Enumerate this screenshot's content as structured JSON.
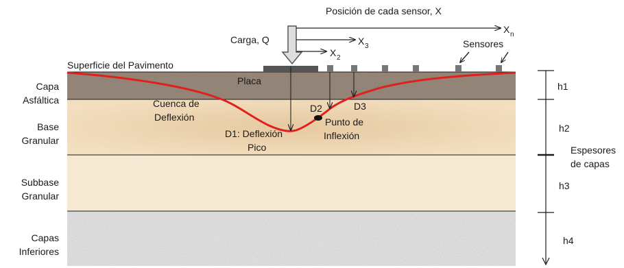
{
  "header": {
    "sensor_position_label": "Posición de cada sensor, X",
    "load_label": "Carga, Q",
    "sensors_label": "Sensores",
    "xn_main": "X",
    "xn_sub": "n",
    "x3_main": "X",
    "x3_sub": "3",
    "x2_main": "X",
    "x2_sub": "2"
  },
  "surface_label": "Superficie del Pavimento",
  "plate_label": "Placa",
  "layers": [
    {
      "label_line1": "Capa",
      "label_line2": "Asfáltica",
      "thickness": "h1",
      "color": "#8f7f72"
    },
    {
      "label_line1": "Base",
      "label_line2": "Granular",
      "thickness": "h2",
      "color": "#ead5b0"
    },
    {
      "label_line1": "Subbase",
      "label_line2": "Granular",
      "thickness": "h3",
      "color": "#f4e8d1"
    },
    {
      "label_line1": "Capas",
      "label_line2": "Inferiores",
      "thickness": "h4",
      "color": "#dcdcdc"
    }
  ],
  "annotations": {
    "basin_line1": "Cuenca de",
    "basin_line2": "Deflexión",
    "peak_line1": "D1: Deflexión",
    "peak_line2": "Pico",
    "d2": "D2",
    "d3": "D3",
    "inflection_line1": "Punto de",
    "inflection_line2": "Inflexión"
  },
  "thickness_label_line1": "Espesores",
  "thickness_label_line2": "de capas",
  "colors": {
    "deflection_curve": "#e0201c",
    "plate": "#555555",
    "sensor": "#777777",
    "arrow": "#222222"
  }
}
